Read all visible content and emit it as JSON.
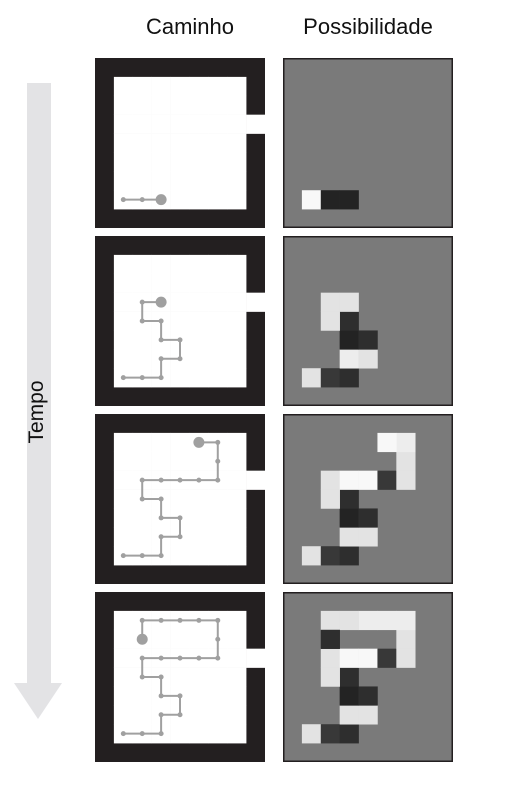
{
  "headers": {
    "path": "Caminho",
    "possibility": "Possibilidade"
  },
  "time_label": "Tempo",
  "colors": {
    "wall": "#231f20",
    "floor": "#ffffff",
    "path": "#a0a0a0",
    "possibility_background": "#7a7a7a",
    "arrow": "#e3e3e5"
  },
  "maze_rows": [
    "#########",
    "#.......#",
    "#.......#",
    "#........",
    "#.......#",
    "#.......#",
    "#.......#",
    "#.......#",
    "#########"
  ],
  "steps": [
    {
      "path": [
        [
          1,
          7
        ],
        [
          2,
          7
        ],
        [
          3,
          7
        ]
      ],
      "possibility": [
        [
          1,
          7,
          1.0
        ],
        [
          2,
          7,
          0.0
        ],
        [
          3,
          7,
          0.0
        ]
      ]
    },
    {
      "path": [
        [
          1,
          7
        ],
        [
          2,
          7
        ],
        [
          3,
          7
        ],
        [
          3,
          6
        ],
        [
          4,
          6
        ],
        [
          4,
          5
        ],
        [
          3,
          5
        ],
        [
          3,
          4
        ],
        [
          2,
          4
        ],
        [
          2,
          3
        ],
        [
          3,
          3
        ]
      ],
      "possibility": [
        [
          1,
          7,
          0.9
        ],
        [
          2,
          7,
          0.1
        ],
        [
          3,
          7,
          0.05
        ],
        [
          3,
          6,
          0.95
        ],
        [
          4,
          6,
          0.9
        ],
        [
          3,
          5,
          0.0
        ],
        [
          4,
          5,
          0.05
        ],
        [
          3,
          4,
          0.05
        ],
        [
          2,
          3,
          0.9
        ],
        [
          3,
          3,
          0.9
        ],
        [
          2,
          4,
          0.9
        ]
      ]
    },
    {
      "path": [
        [
          1,
          7
        ],
        [
          2,
          7
        ],
        [
          3,
          7
        ],
        [
          3,
          6
        ],
        [
          4,
          6
        ],
        [
          4,
          5
        ],
        [
          3,
          5
        ],
        [
          3,
          4
        ],
        [
          2,
          4
        ],
        [
          2,
          3
        ],
        [
          3,
          3
        ],
        [
          4,
          3
        ],
        [
          5,
          3
        ],
        [
          6,
          3
        ],
        [
          6,
          2
        ],
        [
          6,
          1
        ],
        [
          5,
          1
        ]
      ],
      "possibility": [
        [
          1,
          7,
          0.9
        ],
        [
          2,
          7,
          0.1
        ],
        [
          3,
          7,
          0.05
        ],
        [
          3,
          6,
          0.9
        ],
        [
          4,
          6,
          0.9
        ],
        [
          3,
          5,
          0.0
        ],
        [
          4,
          5,
          0.05
        ],
        [
          3,
          4,
          0.05
        ],
        [
          2,
          4,
          0.9
        ],
        [
          2,
          3,
          0.9
        ],
        [
          3,
          3,
          1.0
        ],
        [
          4,
          3,
          1.0
        ],
        [
          5,
          3,
          0.1
        ],
        [
          6,
          3,
          0.9
        ],
        [
          6,
          2,
          0.9
        ],
        [
          6,
          1,
          0.95
        ],
        [
          5,
          1,
          1.0
        ]
      ]
    },
    {
      "path": [
        [
          1,
          7
        ],
        [
          2,
          7
        ],
        [
          3,
          7
        ],
        [
          3,
          6
        ],
        [
          4,
          6
        ],
        [
          4,
          5
        ],
        [
          3,
          5
        ],
        [
          3,
          4
        ],
        [
          2,
          4
        ],
        [
          2,
          3
        ],
        [
          3,
          3
        ],
        [
          4,
          3
        ],
        [
          5,
          3
        ],
        [
          6,
          3
        ],
        [
          6,
          2
        ],
        [
          6,
          1
        ],
        [
          5,
          1
        ],
        [
          4,
          1
        ],
        [
          3,
          1
        ],
        [
          2,
          1
        ],
        [
          2,
          2
        ]
      ],
      "possibility": [
        [
          1,
          7,
          0.9
        ],
        [
          2,
          7,
          0.1
        ],
        [
          3,
          7,
          0.05
        ],
        [
          3,
          6,
          0.9
        ],
        [
          4,
          6,
          0.9
        ],
        [
          3,
          5,
          0.0
        ],
        [
          4,
          5,
          0.05
        ],
        [
          3,
          4,
          0.05
        ],
        [
          2,
          4,
          0.9
        ],
        [
          2,
          3,
          0.9
        ],
        [
          3,
          3,
          1.0
        ],
        [
          4,
          3,
          1.0
        ],
        [
          5,
          3,
          0.1
        ],
        [
          6,
          3,
          0.9
        ],
        [
          6,
          2,
          0.9
        ],
        [
          6,
          1,
          0.95
        ],
        [
          5,
          1,
          0.95
        ],
        [
          4,
          1,
          0.95
        ],
        [
          3,
          1,
          0.9
        ],
        [
          2,
          1,
          0.9
        ],
        [
          2,
          2,
          0.05
        ]
      ]
    }
  ]
}
